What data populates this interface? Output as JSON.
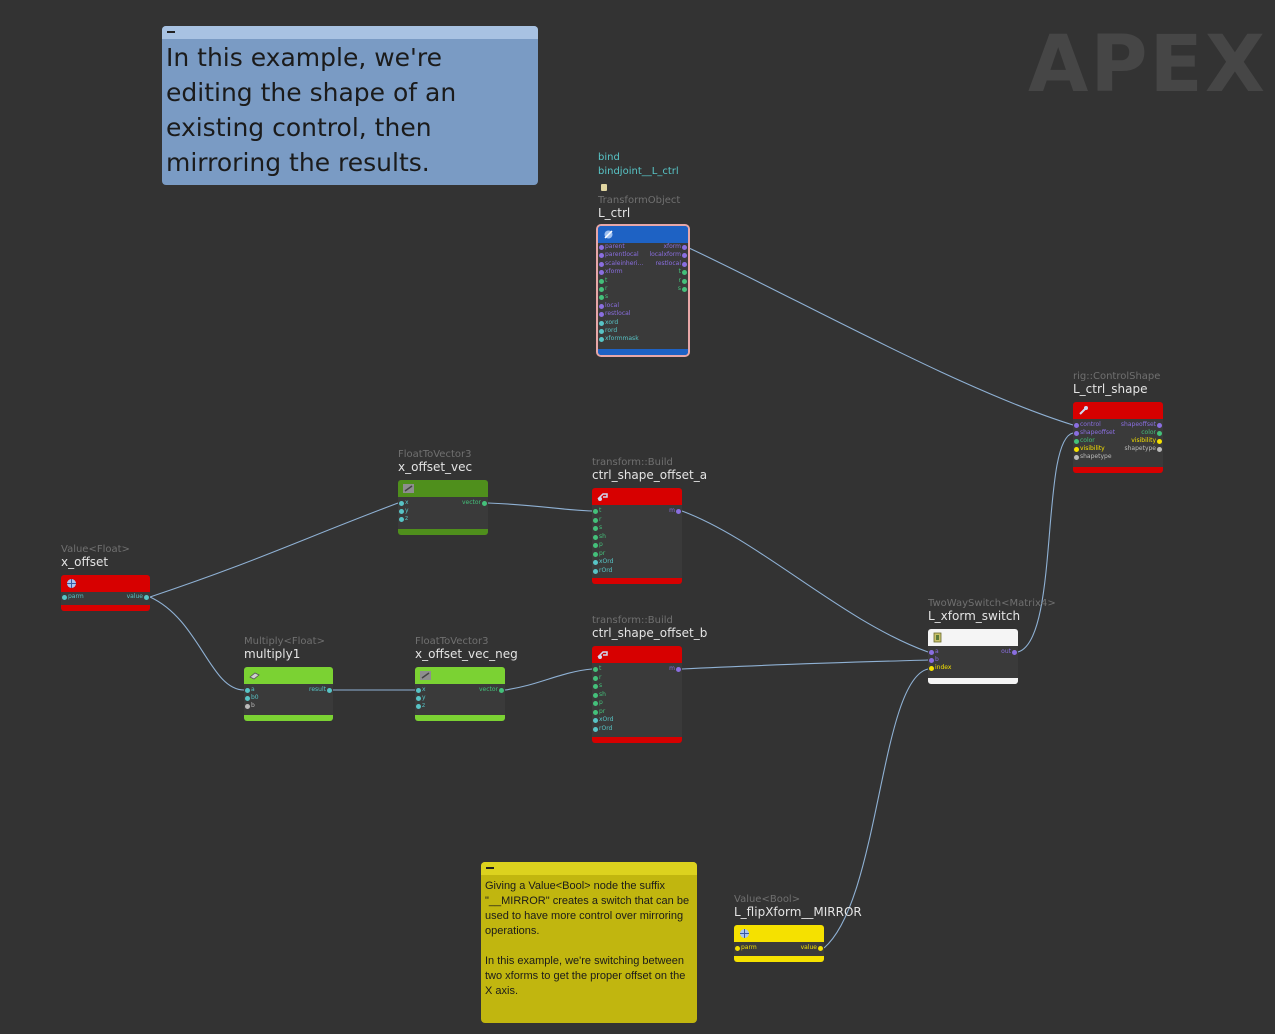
{
  "watermark": "APEX",
  "notes": {
    "top": "In this example, we're editing the shape of an existing control, then mirroring the results.",
    "bottom": "Giving a Value<Bool> node the suffix \"__MIRROR\" creates a switch that can be used to have more control over mirroring operations.\n\nIn this example, we're switching between two xforms to get the proper offset on the X axis."
  },
  "bind": {
    "line1": "bind",
    "line2": "bindjoint__L_ctrl"
  },
  "nodes": {
    "L_ctrl": {
      "type": "TransformObject",
      "name": "L_ctrl",
      "icon": "transform-icon",
      "inputs": [
        "parent",
        "parentlocal",
        "scaleinheri...",
        "xform",
        "t",
        "r",
        "s",
        "local",
        "restlocal",
        "xord",
        "rord",
        "xformmask"
      ],
      "outputs": [
        "xform",
        "localxform",
        "restlocal",
        "t",
        "r",
        "s"
      ]
    },
    "L_ctrl_shape": {
      "type": "rig::ControlShape",
      "name": "L_ctrl_shape",
      "icon": "control-shape-icon",
      "inputs": [
        "control",
        "shapeoffset",
        "color",
        "visibility",
        "shapetype"
      ],
      "outputs": [
        "shapeoffset",
        "color",
        "visibility",
        "shapetype"
      ]
    },
    "x_offset_vec": {
      "type": "FloatToVector3",
      "name": "x_offset_vec",
      "icon": "vector-icon",
      "inputs": [
        "x",
        "y",
        "z"
      ],
      "outputs": [
        "vector"
      ]
    },
    "ctrl_shape_offset_a": {
      "type": "transform::Build",
      "name": "ctrl_shape_offset_a",
      "icon": "build-icon",
      "inputs": [
        "t",
        "r",
        "s",
        "sh",
        "p",
        "pr",
        "xOrd",
        "rOrd"
      ],
      "outputs": [
        "m"
      ]
    },
    "x_offset": {
      "type": "Value<Float>",
      "name": "x_offset",
      "icon": "value-icon",
      "inputs": [
        "parm"
      ],
      "outputs": [
        "value"
      ]
    },
    "multiply1": {
      "type": "Multiply<Float>",
      "name": "multiply1",
      "icon": "multiply-icon",
      "inputs": [
        "a",
        "b0",
        "b"
      ],
      "outputs": [
        "result"
      ]
    },
    "x_offset_vec_neg": {
      "type": "FloatToVector3",
      "name": "x_offset_vec_neg",
      "icon": "vector-icon",
      "inputs": [
        "x",
        "y",
        "z"
      ],
      "outputs": [
        "vector"
      ]
    },
    "ctrl_shape_offset_b": {
      "type": "transform::Build",
      "name": "ctrl_shape_offset_b",
      "icon": "build-icon",
      "inputs": [
        "t",
        "r",
        "s",
        "sh",
        "p",
        "pr",
        "xOrd",
        "rOrd"
      ],
      "outputs": [
        "m"
      ]
    },
    "L_xform_switch": {
      "type": "TwoWaySwitch<Matrix4>",
      "name": "L_xform_switch",
      "icon": "switch-icon",
      "inputs": [
        "a",
        "b",
        "index"
      ],
      "outputs": [
        "out"
      ]
    },
    "L_flipXform": {
      "type": "Value<Bool>",
      "name": "L_flipXform__MIRROR",
      "icon": "value-icon",
      "inputs": [
        "parm"
      ],
      "outputs": [
        "value"
      ]
    }
  },
  "colors": {
    "background": "#333333",
    "wire": "#8fb1d4",
    "port_purple": "#8a6ee0",
    "port_green": "#44c07a",
    "port_teal": "#58c4c6",
    "port_yellow": "#f5e100",
    "port_gray": "#bbbbbb"
  }
}
